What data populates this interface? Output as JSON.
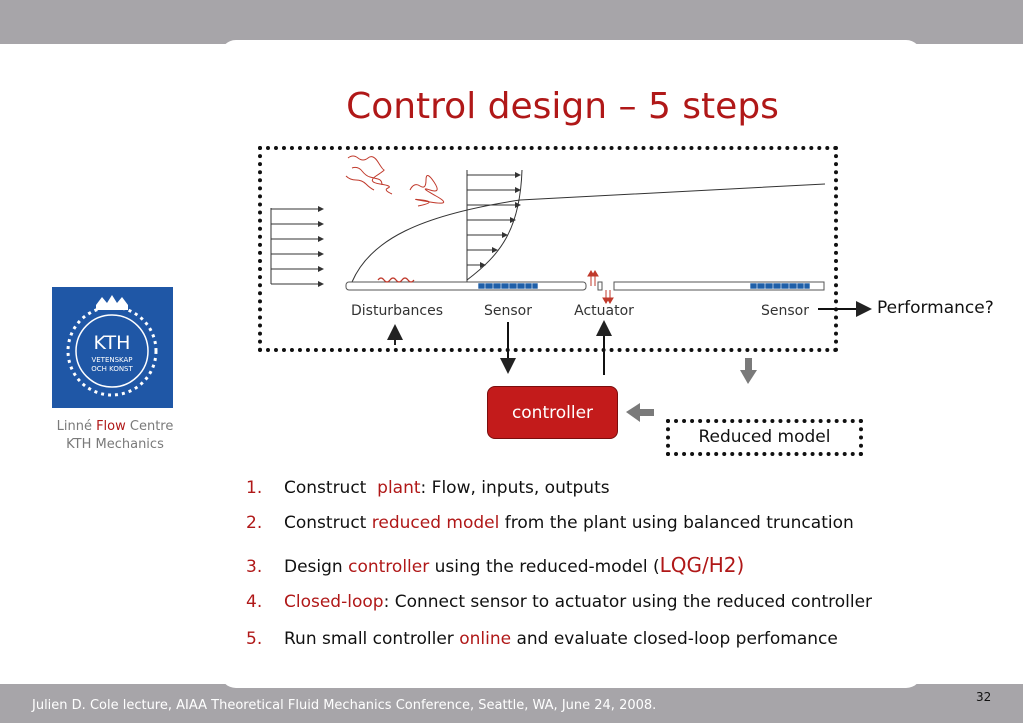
{
  "slide": {
    "title": "Control design – 5 steps",
    "page_number": "32",
    "footer": "Julien D. Cole lecture, AIAA Theoretical Fluid Mechanics Conference, Seattle, WA, June 24, 2008."
  },
  "affiliation": {
    "logo_text_main": "KTH",
    "logo_text_sub1": "VETENSKAP",
    "logo_text_sub2": "OCH KONST",
    "line1_a": "Linné ",
    "line1_b": "Flow",
    "line1_c": " Centre",
    "line2": "KTH Mechanics"
  },
  "diagram": {
    "labels": {
      "disturbances": "Disturbances",
      "sensor1": "Sensor",
      "actuator": "Actuator",
      "sensor2": "Sensor"
    },
    "performance": "Performance?",
    "controller": "controller",
    "reduced_model": "Reduced model"
  },
  "steps": [
    {
      "num": "1.",
      "a": "Construct  ",
      "b": "plant",
      "c": ": Flow, inputs, outputs"
    },
    {
      "num": "2.",
      "a": "Construct ",
      "b": "reduced model",
      "c": " from the plant using balanced truncation"
    },
    {
      "num": "3.",
      "a": "Design ",
      "b": "controller",
      "c": " using the reduced-model (",
      "d": "LQG/H2)"
    },
    {
      "num": "4.",
      "b": "Closed-loop",
      "c": ": Connect sensor to actuator using the reduced controller"
    },
    {
      "num": "5.",
      "a": "Run small controller ",
      "b": "online",
      "c": " and evaluate closed-loop perfomance"
    }
  ],
  "colors": {
    "accent": "#b01818",
    "kth_blue": "#1f57a6",
    "background_gray": "#a7a5a9",
    "sensor_blue": "#1f5fa8"
  }
}
